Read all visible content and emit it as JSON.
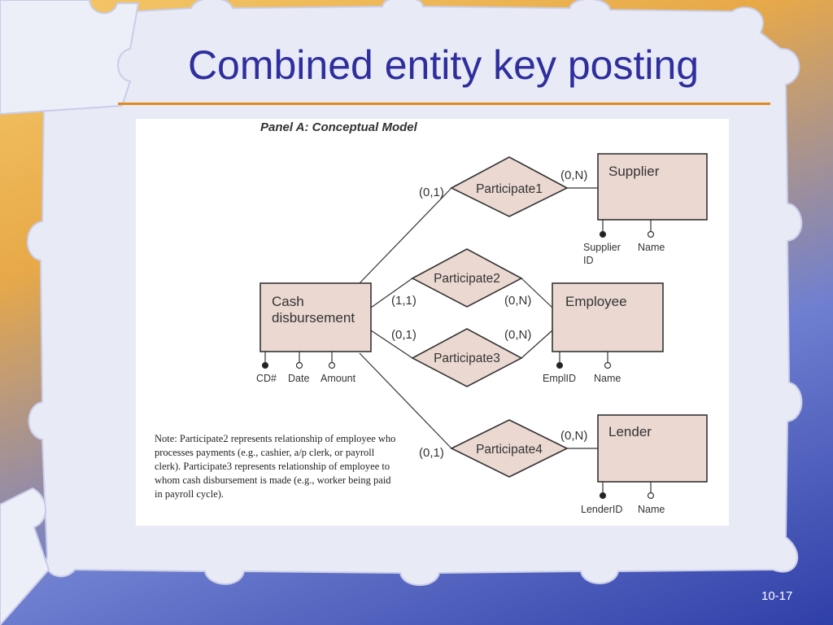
{
  "slide": {
    "title": "Combined entity key posting",
    "number": "10-17"
  },
  "diagram": {
    "panel_title": "Panel A: Conceptual Model",
    "entities": {
      "cash": {
        "line1": "Cash",
        "line2": "disbursement"
      },
      "supplier": "Supplier",
      "employee": "Employee",
      "lender": "Lender"
    },
    "relationships": {
      "p1": "Participate1",
      "p2": "Participate2",
      "p3": "Participate3",
      "p4": "Participate4"
    },
    "cardinalities": {
      "cash_p1": "(0,1)",
      "p1_supplier": "(0,N)",
      "cash_p2": "(1,1)",
      "p2_employee": "(0,N)",
      "cash_p3": "(0,1)",
      "p3_employee": "(0,N)",
      "cash_p4": "(0,1)",
      "p4_lender": "(0,N)"
    },
    "attributes": {
      "cash": [
        "CD#",
        "Date",
        "Amount"
      ],
      "supplier": {
        "id_line1": "Supplier",
        "id_line2": "ID",
        "name": "Name"
      },
      "employee": [
        "EmplID",
        "Name"
      ],
      "lender": [
        "LenderID",
        "Name"
      ]
    },
    "note": "Note: Participate2 represents relationship of employee who processes payments (e.g., cashier, a/p clerk, or payroll clerk). Participate3 represents relationship of employee to whom cash disbursement is made (e.g., worker being paid in payroll cycle).",
    "colors": {
      "entity_fill": "#ead8d1",
      "relationship_fill": "#ead8d1",
      "stroke": "#333333",
      "title": "#2e2e9e",
      "rule": "#e08a1e"
    }
  }
}
